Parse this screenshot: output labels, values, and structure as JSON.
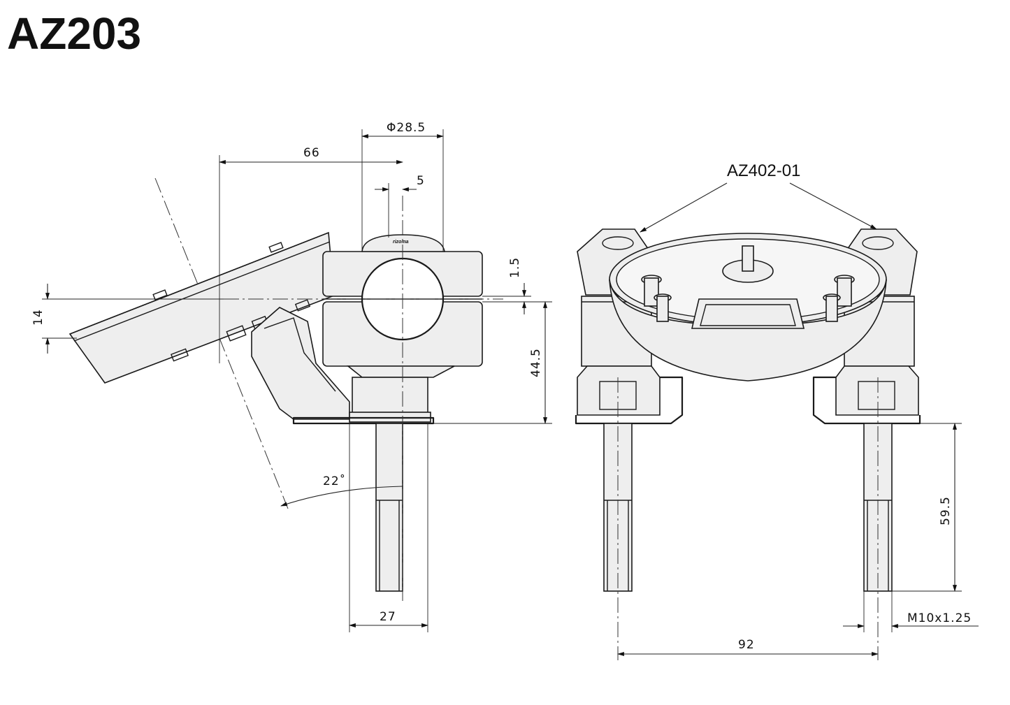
{
  "title": "AZ203",
  "part_callout": "AZ402-01",
  "dimensions": {
    "diameter": "Φ28.5",
    "width_66": "66",
    "offset_5": "5",
    "gap_1_5": "1.5",
    "height_14": "14",
    "height_44_5": "44.5",
    "angle": "22˚",
    "stud_27": "27",
    "stud_length": "59.5",
    "thread": "M10x1.25",
    "spacing": "92"
  },
  "logo_text": "rizoma"
}
